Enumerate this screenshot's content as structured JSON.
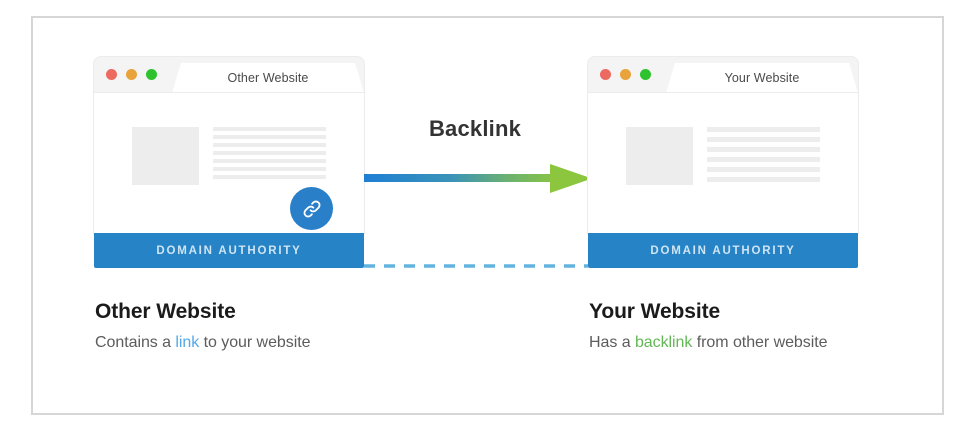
{
  "diagram": {
    "center_label": "Backlink",
    "arrow": {
      "name": "backlink-arrow",
      "gradient_start": "#1e7fd4",
      "gradient_end": "#8cc63f"
    },
    "dashed_connector": {
      "name": "domain-authority-connector",
      "color": "#62b4e0",
      "style": "dashed"
    }
  },
  "windows": [
    {
      "id": "other-website",
      "tab_label": "Other Website",
      "traffic_lights": [
        "red-dot",
        "yellow-dot",
        "green-dot"
      ],
      "traffic_light_colors": [
        "#ec6a5f",
        "#e8a33a",
        "#2fc22f"
      ],
      "domain_authority_label": "DOMAIN AUTHORITY",
      "domain_authority_color": "#2684c6",
      "badge_icon": "link-icon",
      "badge_color": "#2a7fc9",
      "content_lines": 7
    },
    {
      "id": "your-website",
      "tab_label": "Your Website",
      "traffic_lights": [
        "red-dot",
        "yellow-dot",
        "green-dot"
      ],
      "traffic_light_colors": [
        "#ec6a5f",
        "#e8a33a",
        "#2fc22f"
      ],
      "domain_authority_label": "DOMAIN AUTHORITY",
      "domain_authority_color": "#2684c6",
      "badge_icon": null,
      "content_lines": 6
    }
  ],
  "captions": {
    "left": {
      "title": "Other Website",
      "text_before": "Contains a ",
      "highlight": "link",
      "highlight_color": "#52a8e8",
      "text_after": " to your website"
    },
    "right": {
      "title": "Your Website",
      "text_before": "Has a ",
      "highlight": "backlink",
      "highlight_color": "#62b855",
      "text_after": " from other website"
    }
  }
}
